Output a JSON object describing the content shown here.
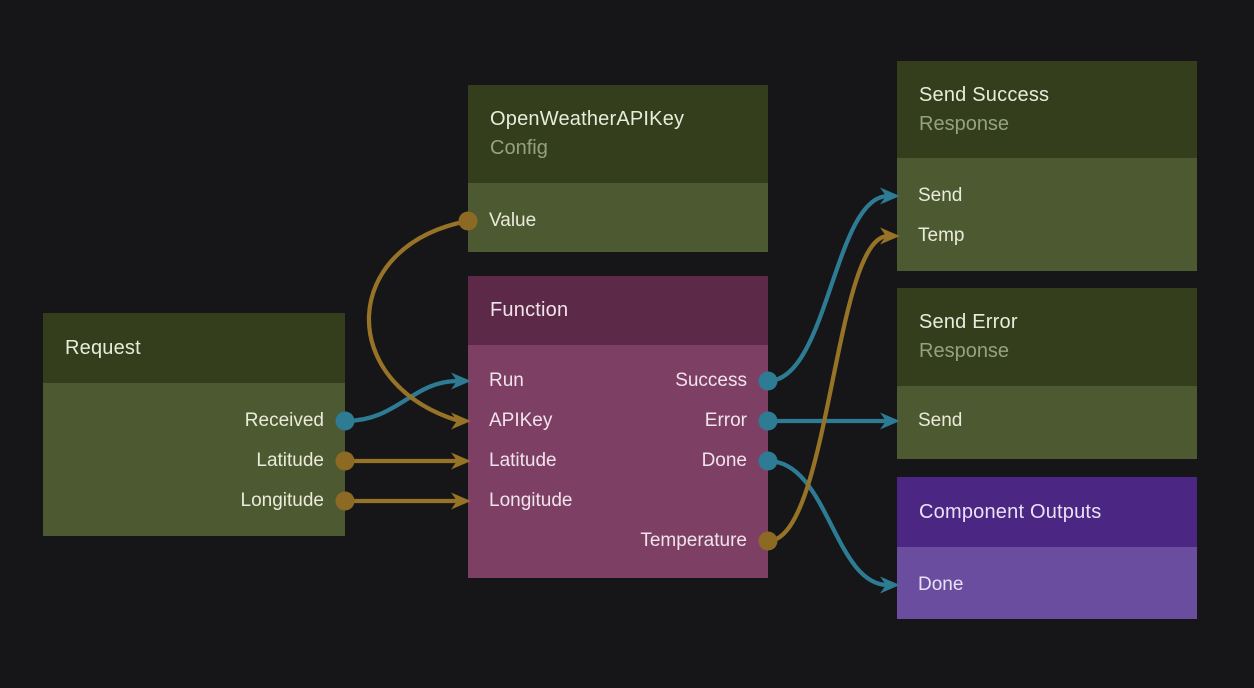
{
  "canvas": {
    "background": "#161618"
  },
  "colors": {
    "flow_wire_teal": "#2e7b94",
    "data_wire_gold": "#967327",
    "green_header": "#343e1d",
    "green_body": "#4d5930",
    "magenta_header": "#5d2949",
    "magenta_body": "#7d4064",
    "purple_header": "#4b2683",
    "purple_body": "#6b4d9f"
  },
  "nodes": {
    "request": {
      "title": "Request",
      "outputs": {
        "received": "Received",
        "latitude": "Latitude",
        "longitude": "Longitude"
      }
    },
    "api_key": {
      "title": "OpenWeatherAPIKey",
      "subtitle": "Config",
      "outputs": {
        "value": "Value"
      }
    },
    "function": {
      "title": "Function",
      "inputs": {
        "run": "Run",
        "apikey": "APIKey",
        "latitude": "Latitude",
        "longitude": "Longitude"
      },
      "outputs": {
        "success": "Success",
        "error": "Error",
        "done": "Done",
        "temperature": "Temperature"
      }
    },
    "send_success": {
      "title": "Send Success",
      "subtitle": "Response",
      "inputs": {
        "send": "Send",
        "temp": "Temp"
      }
    },
    "send_error": {
      "title": "Send Error",
      "subtitle": "Response",
      "inputs": {
        "send": "Send"
      }
    },
    "component_outputs": {
      "title": "Component Outputs",
      "inputs": {
        "done": "Done"
      }
    }
  },
  "connections": [
    {
      "from": "Request.Received",
      "to": "Function.Run",
      "color": "#2e7b94"
    },
    {
      "from": "OpenWeatherAPIKey.Value",
      "to": "Function.APIKey",
      "color": "#967327"
    },
    {
      "from": "Request.Latitude",
      "to": "Function.Latitude",
      "color": "#967327"
    },
    {
      "from": "Request.Longitude",
      "to": "Function.Longitude",
      "color": "#967327"
    },
    {
      "from": "Function.Success",
      "to": "Send Success.Send",
      "color": "#2e7b94"
    },
    {
      "from": "Function.Error",
      "to": "Send Error.Send",
      "color": "#2e7b94"
    },
    {
      "from": "Function.Done",
      "to": "Component Outputs.Done",
      "color": "#2e7b94"
    },
    {
      "from": "Function.Temperature",
      "to": "Send Success.Temp",
      "color": "#967327"
    }
  ]
}
